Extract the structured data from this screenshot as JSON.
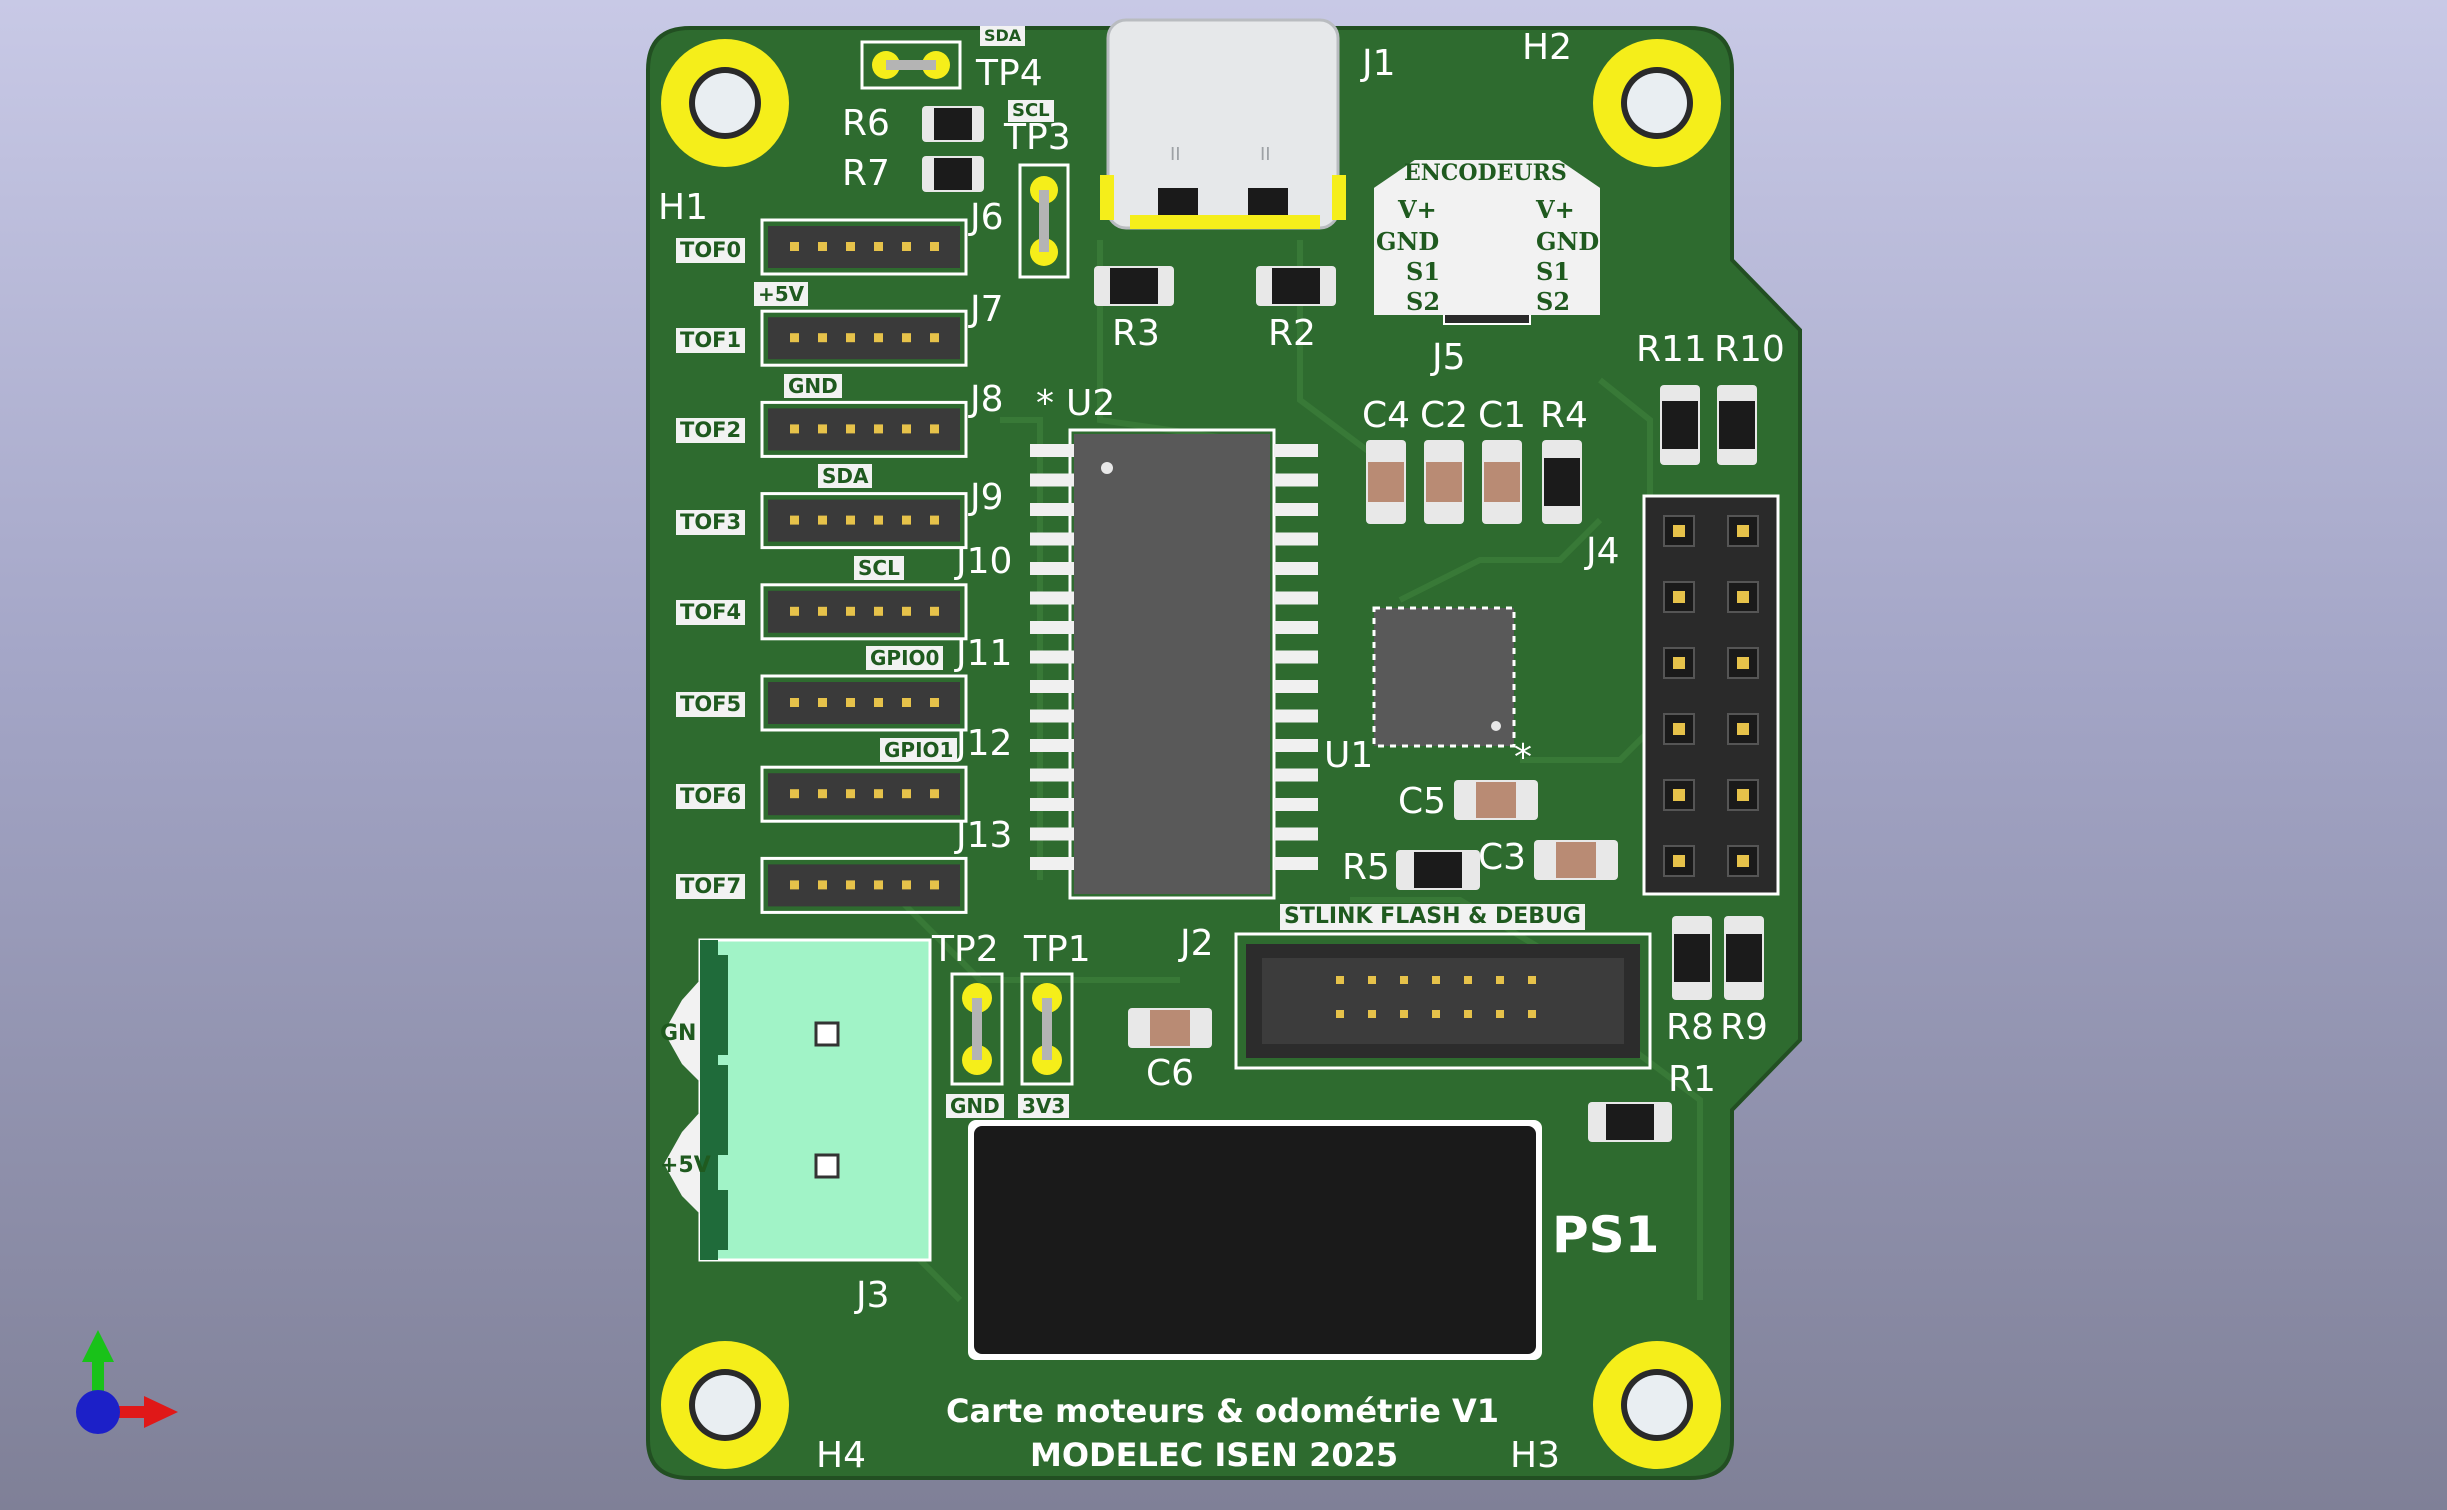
{
  "board": {
    "title_line1": "Carte moteurs & odométrie V1",
    "title_line2": "MODELEC ISEN 2025"
  },
  "refs": {
    "J1": "J1",
    "J2": "J2",
    "J3": "J3",
    "J4": "J4",
    "J5": "J5",
    "J6": "J6",
    "J7": "J7",
    "J8": "J8",
    "J9": "J9",
    "J10": "J10",
    "J11": "J11",
    "J12": "J12",
    "J13": "J13",
    "U1": "U1",
    "U2": "U2",
    "PS1": "PS1",
    "H1": "H1",
    "H2": "H2",
    "H3": "H3",
    "H4": "H4",
    "TP1": "TP1",
    "TP2": "TP2",
    "TP3": "TP3",
    "TP4": "TP4",
    "R1": "R1",
    "R2": "R2",
    "R3": "R3",
    "R4": "R4",
    "R5": "R5",
    "R6": "R6",
    "R7": "R7",
    "R8": "R8",
    "R9": "R9",
    "R10": "R10",
    "R11": "R11",
    "C1": "C1",
    "C2": "C2",
    "C3": "C3",
    "C4": "C4",
    "C5": "C5",
    "C6": "C6",
    "pin1_u2": "*",
    "pin1_u1": "*"
  },
  "tof_labels": [
    "TOF0",
    "TOF1",
    "TOF2",
    "TOF3",
    "TOF4",
    "TOF5",
    "TOF6",
    "TOF7"
  ],
  "bus_labels": {
    "v5": "+5V",
    "gnd": "GND",
    "sda": "SDA",
    "scl": "SCL",
    "gpio0": "GPIO0",
    "gpio1": "GPIO1",
    "tp4_sda": "SDA",
    "tp3_scl": "SCL"
  },
  "encoder": {
    "title": "ENCODEURS",
    "left": [
      "V+",
      "GND",
      "S1",
      "S2"
    ],
    "right": [
      "V+",
      "GND",
      "S1",
      "S2"
    ]
  },
  "stlink_label": "STLINK FLASH & DEBUG",
  "tp_labels": {
    "tp2": "GND",
    "tp1": "3V3"
  },
  "j3_labels": {
    "gnd": "GN",
    "v5": "+5V"
  },
  "colors": {
    "board": "#2d6a2d",
    "silk": "#ffffff",
    "copper_pad": "#f5ee1a",
    "connector_green": "#a1f3c7",
    "body_dark": "#1a1a1a"
  }
}
